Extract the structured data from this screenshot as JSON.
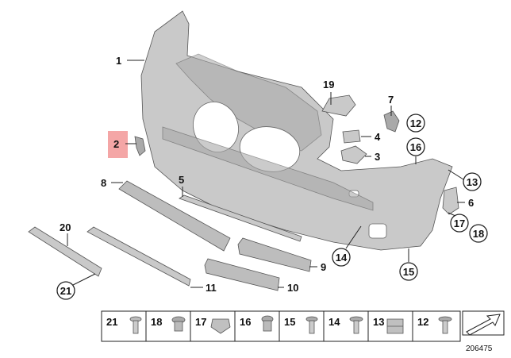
{
  "callouts": {
    "c1": "1",
    "c2": "2",
    "c3": "3",
    "c4": "4",
    "c5": "5",
    "c6": "6",
    "c7": "7",
    "c8": "8",
    "c9": "9",
    "c10": "10",
    "c11": "11",
    "c12": "12",
    "c13": "13",
    "c14": "14",
    "c15": "15",
    "c16": "16",
    "c17": "17",
    "c18": "18",
    "c19": "19",
    "c20": "20",
    "c21": "21"
  },
  "legend": {
    "items": [
      "21",
      "18",
      "17",
      "16",
      "15",
      "14",
      "13",
      "12"
    ]
  },
  "reference_number": "206475",
  "colors": {
    "highlight": "#f4a6a6",
    "part_fill": "#c9c9c9",
    "line": "#222222"
  }
}
